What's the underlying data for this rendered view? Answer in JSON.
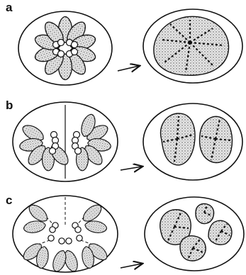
{
  "figure": {
    "panels": [
      {
        "label": "a",
        "description_icon": "radial-sepal-cluster-to-single-embryo"
      },
      {
        "label": "b",
        "description_icon": "split-sepal-cluster-to-two-embryos"
      },
      {
        "label": "c",
        "description_icon": "multi-split-cluster-to-four-embryos"
      }
    ],
    "colors": {
      "ink": "#111111",
      "fill": "#d8d8d8",
      "background": "#ffffff"
    }
  }
}
